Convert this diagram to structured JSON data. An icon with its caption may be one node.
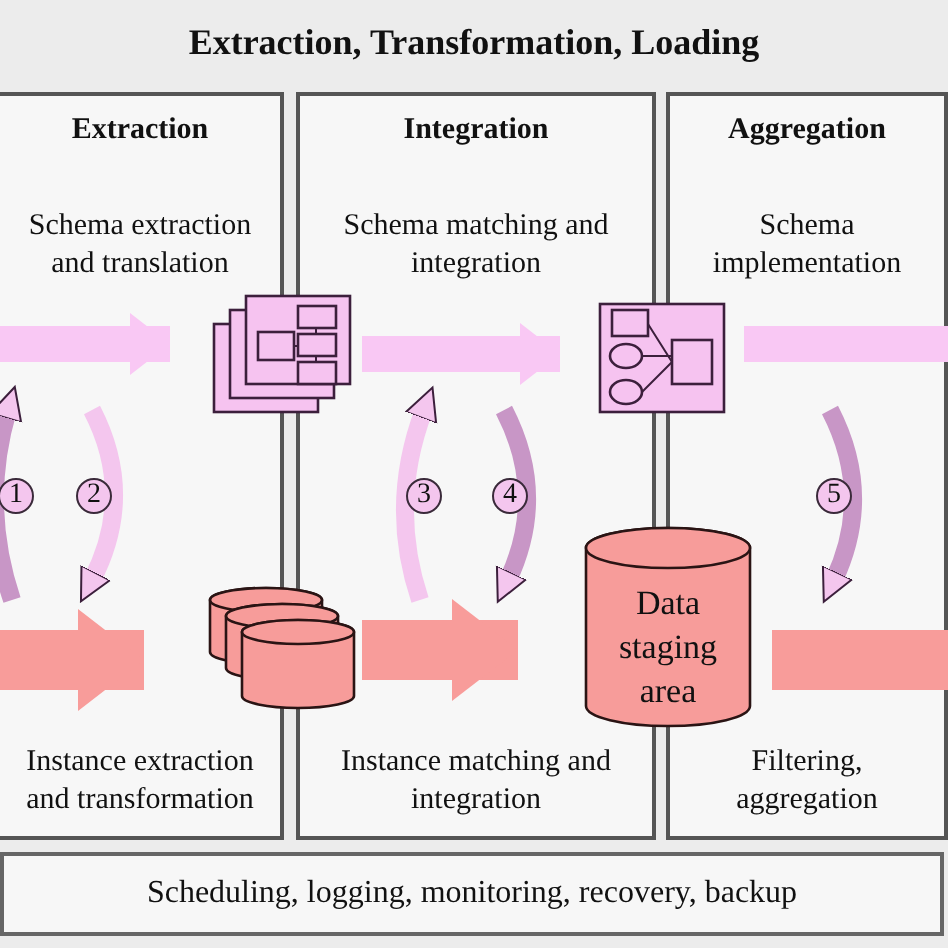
{
  "diagram": {
    "title": "Extraction, Transformation, Loading",
    "nodes": [
      {
        "text": [
          "Extraction",
          "Schema extraction and translation",
          "Instance extraction and transformation"
        ]
      },
      {
        "text": [
          "Integration",
          "Schema matching and integration",
          "Instance matching and integration"
        ]
      },
      {
        "text": [
          "Aggregation",
          "Schema implementation",
          "Filtering, aggregation"
        ]
      },
      {
        "text": [],
        "shape": "box"
      },
      {
        "text": [],
        "shape": "box"
      },
      {
        "text": [],
        "shape": "cylinder"
      },
      {
        "text": [
          "Data staging area"
        ]
      },
      {
        "text": [
          "1"
        ],
        "in": 0
      },
      {
        "text": [
          "2"
        ],
        "in": 0
      },
      {
        "text": [
          "3"
        ],
        "in": 1
      },
      {
        "text": [
          "4"
        ],
        "in": 1
      },
      {
        "text": [
          "5"
        ],
        "in": 2
      },
      {
        "text": [
          "Scheduling, logging, monitoring, recovery, backup"
        ]
      }
    ],
    "edges": [
      {
        "from": 0,
        "to": 3,
        "arrow": "to",
        "color": "#f9c8f4"
      },
      {
        "from": 3,
        "to": 4,
        "arrow": "to",
        "color": "#f9c8f4"
      },
      {
        "from": 4,
        "to": 2,
        "arrow": "none",
        "color": "#f9c8f4"
      },
      {
        "from": 0,
        "to": 5,
        "arrow": "to",
        "color": "#f89c9a"
      },
      {
        "from": 5,
        "to": 6,
        "arrow": "to",
        "color": "#f89c9a"
      },
      {
        "from": 6,
        "to": 2,
        "arrow": "none",
        "color": "#f89c9a"
      }
    ]
  }
}
